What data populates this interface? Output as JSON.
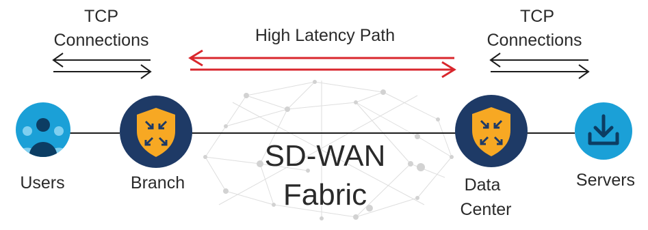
{
  "labels": {
    "tcp_left_1": "TCP",
    "tcp_left_2": "Connections",
    "tcp_right_1": "TCP",
    "tcp_right_2": "Connections",
    "high_latency": "High Latency Path",
    "fabric_1": "SD-WAN",
    "fabric_2": "Fabric",
    "users": "Users",
    "branch": "Branch",
    "dc_1": "Data",
    "dc_2": "Center",
    "servers": "Servers"
  },
  "icons": {
    "users": "users-icon",
    "branch": "shield-router-icon",
    "data_center": "shield-router-icon",
    "servers": "download-server-icon"
  },
  "colors": {
    "red_path": "#d9262c",
    "navy": "#1e3a66",
    "shield": "#f7a823",
    "light_blue": "#1ba0d7",
    "text": "#2a2a2a"
  }
}
